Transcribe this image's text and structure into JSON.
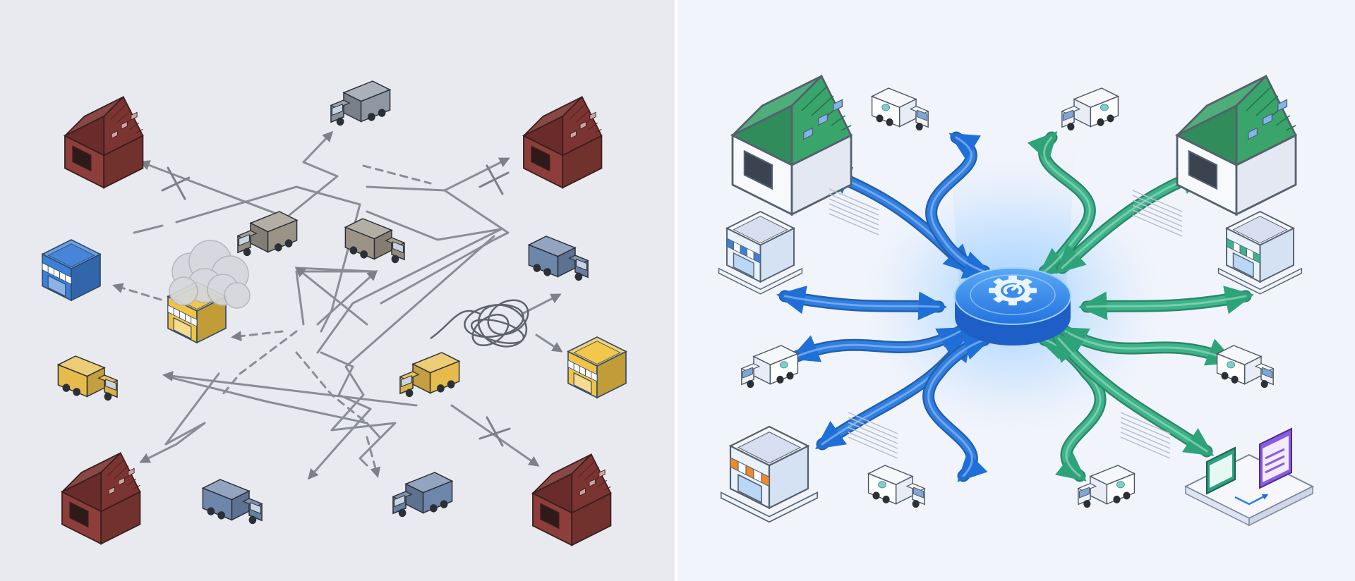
{
  "left_panel": {
    "warehouses": [
      {
        "name": "warehouse-top-left"
      },
      {
        "name": "warehouse-top-right"
      },
      {
        "name": "warehouse-bottom-left"
      },
      {
        "name": "warehouse-bottom-right"
      }
    ],
    "stores": [
      {
        "name": "store-blue",
        "color": "#3d7fd6"
      },
      {
        "name": "store-yellow-smoke",
        "color": "#f2c343"
      },
      {
        "name": "store-yellow",
        "color": "#f2c343"
      }
    ],
    "trucks": [
      {
        "name": "truck-gray",
        "color": "#8f97a3"
      },
      {
        "name": "truck-beige",
        "color": "#9a9487"
      },
      {
        "name": "truck-beige-2",
        "color": "#9b9486"
      },
      {
        "name": "truck-blue",
        "color": "#6d86a9"
      },
      {
        "name": "truck-yellow",
        "color": "#e7bb4b"
      },
      {
        "name": "truck-yellow-2",
        "color": "#e7bb4b"
      },
      {
        "name": "truck-blue-2",
        "color": "#6d86a9"
      },
      {
        "name": "truck-blue-3",
        "color": "#6d86a9"
      }
    ],
    "colors": {
      "background": "#e9eaef",
      "warehouse": "#8d3e3a",
      "path": "#8a8d93"
    }
  },
  "right_panel": {
    "hub": {
      "name": "central-hub",
      "icon": "gear-icon",
      "color": "#2a7be4"
    },
    "nodes": [
      {
        "name": "warehouse-green-left",
        "type": "warehouse"
      },
      {
        "name": "warehouse-green-right",
        "type": "warehouse"
      },
      {
        "name": "store-blue-awning",
        "type": "store"
      },
      {
        "name": "store-green-awning",
        "type": "store"
      },
      {
        "name": "store-orange-awning",
        "type": "store"
      },
      {
        "name": "dashboard-screens",
        "type": "dashboard"
      }
    ],
    "trucks": [
      {
        "name": "truck-top-left"
      },
      {
        "name": "truck-top-right"
      },
      {
        "name": "truck-mid-left"
      },
      {
        "name": "truck-mid-right"
      },
      {
        "name": "truck-bottom-left"
      },
      {
        "name": "truck-bottom-right"
      }
    ],
    "colors": {
      "background": "#f1f3fb",
      "flow_blue": "#2f7fe2",
      "flow_green": "#3cb48a",
      "roof_green": "#3aa56b",
      "awning_orange": "#f08a2b"
    }
  }
}
